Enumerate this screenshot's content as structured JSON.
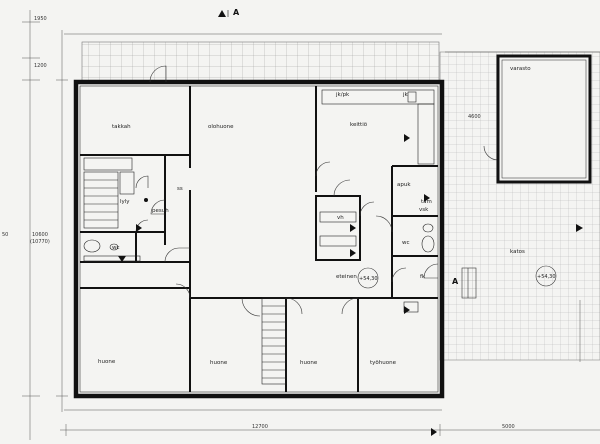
{
  "plan": {
    "rooms": {
      "takkah": "takkah",
      "olohuone": "olohuone",
      "keittio": "keittiö",
      "pesuh": "pesuh",
      "ss": "ss",
      "lyly": "lyly",
      "wc_left": "wc",
      "vh": "vh",
      "apuk": "apuk",
      "tam": "tam",
      "vsk": "vsk",
      "jk_pk": "jk/pk",
      "jk": "jk",
      "wc_right": "wc",
      "eteinen": "eteinen",
      "fk": "fk",
      "huone_1": "huone",
      "huone_2": "huone",
      "huone_3": "huone",
      "tyohuone": "työhuone",
      "varasto": "varasto",
      "katos": "katos"
    },
    "levels": {
      "eteinen": "+54,30",
      "katos": "+54,30"
    },
    "dimensions": {
      "top_left_1": "1950",
      "top_left_2": "1200",
      "left_main": "10600",
      "left_sub": "(10770)",
      "left_edge": "50",
      "bottom_main": "12700",
      "bottom_right": "5000",
      "right_mid": "4600"
    },
    "section_marker": "A"
  }
}
